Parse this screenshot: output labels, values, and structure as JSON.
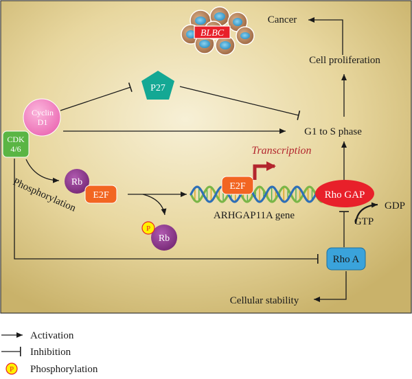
{
  "diagram": {
    "nodes": {
      "blbc": "BLBC",
      "cancer": "Cancer",
      "cell_proliferation": "Cell proliferation",
      "p27": "P27",
      "cyclin_d1": "Cyclin D1",
      "cdk": "CDK 4/6",
      "g1_s": "G1 to S phase",
      "rb": "Rb",
      "e2f": "E2F",
      "p_rb_p": "P",
      "p_rb": "Rb",
      "gene_e2f": "E2F",
      "transcription": "Transcription",
      "gene": "ARHGAP11A gene",
      "rho_gap": "Rho GAP",
      "gdp": "GDP",
      "gtp": "GTP",
      "rho_a": "Rho A",
      "cellular_stability": "Cellular stability",
      "phosphorylation": "Phosphorylation"
    },
    "colors": {
      "background_center": "#efe2b0",
      "background_edge": "#c9b26a",
      "p27": "#14a894",
      "cyclin": "#f48cc8",
      "cdk": "#5ab544",
      "rb": "#8e3a8e",
      "e2f": "#f26522",
      "rho_gap": "#e8202a",
      "rho_a": "#3aa3db",
      "transcription": "#b3262e",
      "phospho_badge": "#fff200",
      "dna_green": "#7ab648",
      "dna_blue": "#2e6fb7"
    }
  },
  "legend": {
    "activation": "Activation",
    "inhibition": "Inhibition",
    "phospho_symbol": "P",
    "phosphorylation": "Phosphorylation"
  }
}
